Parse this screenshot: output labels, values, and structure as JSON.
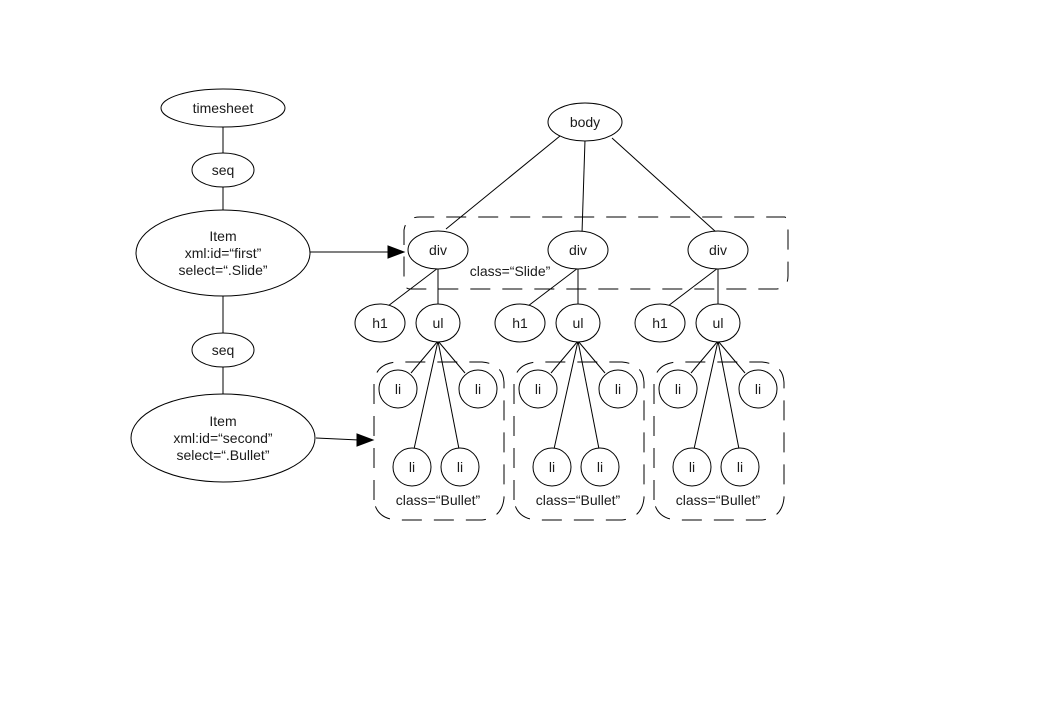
{
  "diagram": {
    "title": "SMIL timesheet to HTML DOM mapping",
    "timesheet_tree": {
      "root": {
        "id": "timesheet",
        "label": "timesheet"
      },
      "seq1": {
        "id": "seq1",
        "label": "seq"
      },
      "item1": {
        "id": "item1",
        "lines": [
          "Item",
          "xml:id=“first”",
          "select=“.Slide”"
        ]
      },
      "seq2": {
        "id": "seq2",
        "label": "seq"
      },
      "item2": {
        "id": "item2",
        "lines": [
          "Item",
          "xml:id=“second”",
          "select=“.Bullet”"
        ]
      }
    },
    "dom_tree": {
      "body": {
        "id": "body",
        "label": "body"
      },
      "slides": [
        {
          "div": "div",
          "h1": "h1",
          "ul": "ul",
          "items": [
            "li",
            "li",
            "li",
            "li"
          ],
          "group_label": "class=“Bullet”"
        },
        {
          "div": "div",
          "h1": "h1",
          "ul": "ul",
          "items": [
            "li",
            "li",
            "li",
            "li"
          ],
          "group_label": "class=“Bullet”"
        },
        {
          "div": "div",
          "h1": "h1",
          "ul": "ul",
          "items": [
            "li",
            "li",
            "li",
            "li"
          ],
          "group_label": "class=“Bullet”"
        }
      ],
      "slide_group_label": "class=“Slide”"
    },
    "mappings": [
      {
        "from": "item1",
        "to": "slide-group"
      },
      {
        "from": "item2",
        "to": "bullet-group-1"
      }
    ]
  }
}
